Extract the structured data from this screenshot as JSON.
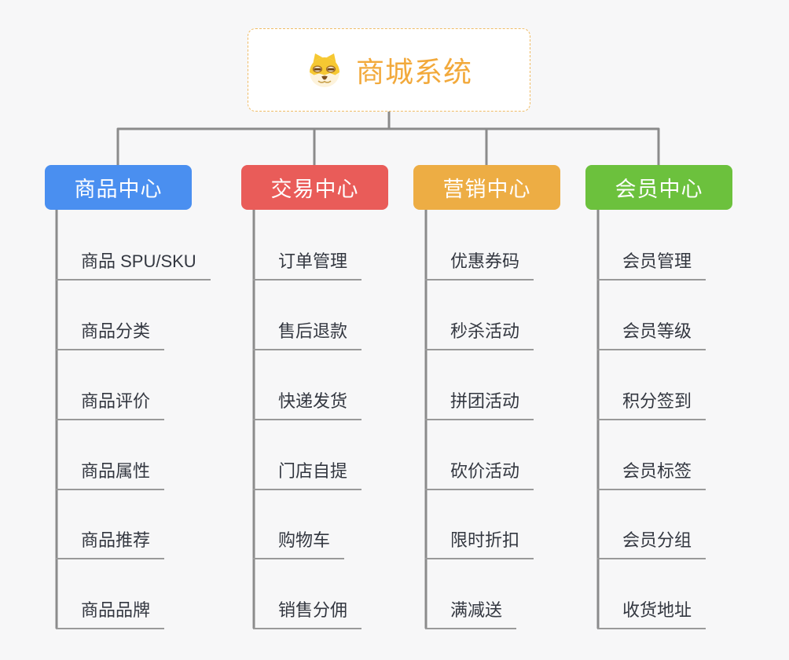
{
  "root": {
    "title": "商城系统",
    "accent_color": "#f2a93b",
    "border_color": "#f0bc66",
    "icon": "doge-icon"
  },
  "background_color": "#f7f7f8",
  "connector_color": "#8b8b8b",
  "underline_color": "#9a9a9a",
  "branches": [
    {
      "label": "商品中心",
      "color": "#4a8ff0",
      "children": [
        "商品 SPU/SKU",
        "商品分类",
        "商品评价",
        "商品属性",
        "商品推荐",
        "商品品牌"
      ]
    },
    {
      "label": "交易中心",
      "color": "#e95c59",
      "children": [
        "订单管理",
        "售后退款",
        "快递发货",
        "门店自提",
        "购物车",
        "销售分佣"
      ]
    },
    {
      "label": "营销中心",
      "color": "#edad44",
      "children": [
        "优惠券码",
        "秒杀活动",
        "拼团活动",
        "砍价活动",
        "限时折扣",
        "满减送"
      ]
    },
    {
      "label": "会员中心",
      "color": "#6cc13d",
      "children": [
        "会员管理",
        "会员等级",
        "积分签到",
        "会员标签",
        "会员分组",
        "收货地址"
      ]
    }
  ]
}
